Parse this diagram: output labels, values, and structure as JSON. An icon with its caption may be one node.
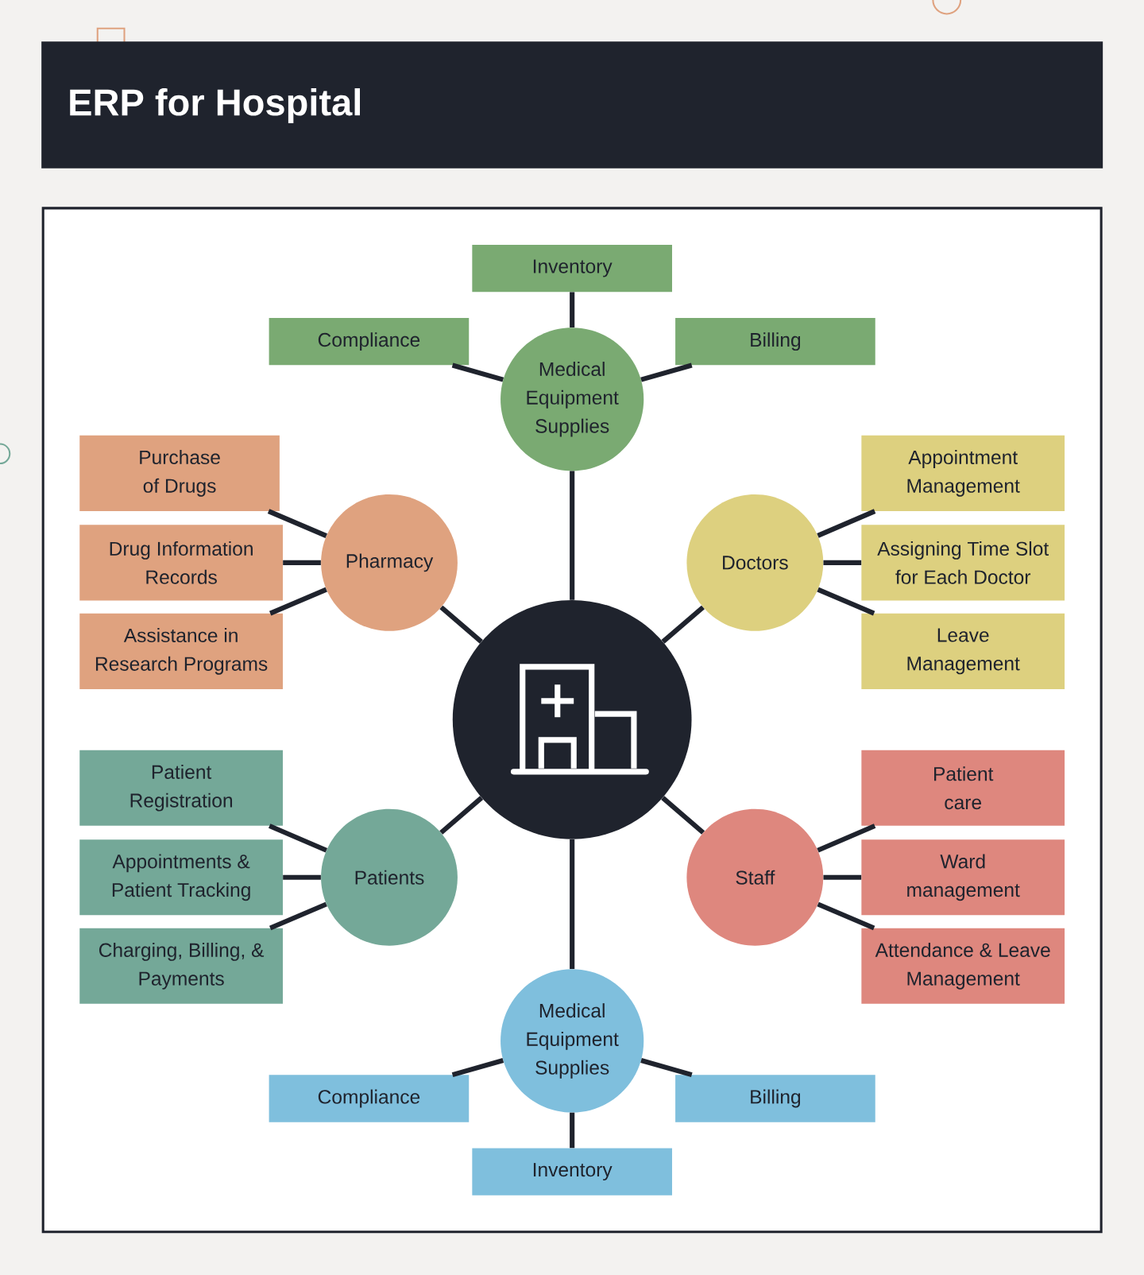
{
  "diagram": {
    "title": "ERP for Hospital",
    "nodes": [
      {
        "text": [],
        "shape": "circle"
      },
      {
        "text": [
          "Medical Equipment Supplies"
        ]
      },
      {
        "text": [
          "Inventory"
        ]
      },
      {
        "text": [
          "Compliance"
        ]
      },
      {
        "text": [
          "Billing"
        ]
      },
      {
        "text": [
          "Pharmacy"
        ]
      },
      {
        "text": [
          "Purchase of Drugs"
        ]
      },
      {
        "text": [
          "Drug Information Records"
        ]
      },
      {
        "text": [
          "Assistance in Research Programs"
        ]
      },
      {
        "text": [
          "Doctors"
        ]
      },
      {
        "text": [
          "Appointment Management"
        ]
      },
      {
        "text": [
          "Assigning Time Slot for Each Doctor"
        ]
      },
      {
        "text": [
          "Leave Management"
        ]
      },
      {
        "text": [
          "Patients"
        ]
      },
      {
        "text": [
          "Patient Registration"
        ]
      },
      {
        "text": [
          "Appointments & Patient Tracking"
        ]
      },
      {
        "text": [
          "Charging, Billing, & Payments"
        ]
      },
      {
        "text": [
          "Staff"
        ]
      },
      {
        "text": [
          "Patient care"
        ]
      },
      {
        "text": [
          "Ward management"
        ]
      },
      {
        "text": [
          "Attendance & Leave Management"
        ]
      },
      {
        "text": [
          "Medical Equipment Supplies"
        ]
      },
      {
        "text": [
          "Compliance"
        ]
      },
      {
        "text": [
          "Billing"
        ]
      },
      {
        "text": [
          "Inventory"
        ]
      }
    ],
    "edges": [
      {
        "from": 0,
        "to": 1,
        "arrow": "none"
      },
      {
        "from": 1,
        "to": 2,
        "arrow": "none"
      },
      {
        "from": 1,
        "to": 3,
        "arrow": "none"
      },
      {
        "from": 1,
        "to": 4,
        "arrow": "none"
      },
      {
        "from": 0,
        "to": 5,
        "arrow": "none"
      },
      {
        "from": 5,
        "to": 6,
        "arrow": "none"
      },
      {
        "from": 5,
        "to": 7,
        "arrow": "none"
      },
      {
        "from": 5,
        "to": 8,
        "arrow": "none"
      },
      {
        "from": 0,
        "to": 9,
        "arrow": "none"
      },
      {
        "from": 9,
        "to": 10,
        "arrow": "none"
      },
      {
        "from": 9,
        "to": 11,
        "arrow": "none"
      },
      {
        "from": 9,
        "to": 12,
        "arrow": "none"
      },
      {
        "from": 0,
        "to": 13,
        "arrow": "none"
      },
      {
        "from": 13,
        "to": 14,
        "arrow": "none"
      },
      {
        "from": 13,
        "to": 15,
        "arrow": "none"
      },
      {
        "from": 13,
        "to": 16,
        "arrow": "none"
      },
      {
        "from": 0,
        "to": 17,
        "arrow": "none"
      },
      {
        "from": 17,
        "to": 18,
        "arrow": "none"
      },
      {
        "from": 17,
        "to": 19,
        "arrow": "none"
      },
      {
        "from": 17,
        "to": 20,
        "arrow": "none"
      },
      {
        "from": 0,
        "to": 21,
        "arrow": "none"
      },
      {
        "from": 21,
        "to": 22,
        "arrow": "none"
      },
      {
        "from": 21,
        "to": 23,
        "arrow": "none"
      },
      {
        "from": 21,
        "to": 24,
        "arrow": "none"
      }
    ]
  }
}
